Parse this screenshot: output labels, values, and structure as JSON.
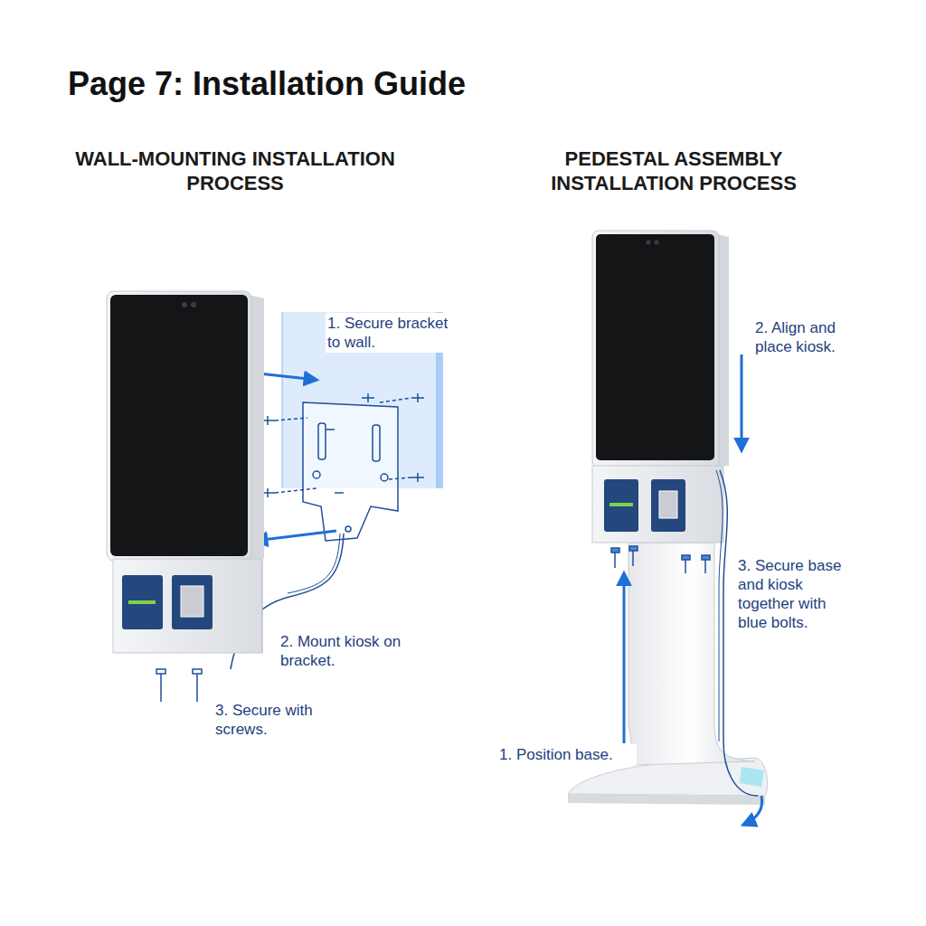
{
  "diagram": {
    "title": "Page 7: Installation Guide",
    "labels": [
      "WALL-MOUNTING INSTALLATION PROCESS",
      "PEDESTAL ASSEMBLY INSTALLATION PROCESS",
      "1. Secure bracket to wall.",
      "2. Mount kiosk on bracket.",
      "3. Secure with screws.",
      "2. Align and place kiosk.",
      "3. Secure base and kiosk together with blue bolts.",
      "1. Position base."
    ]
  }
}
